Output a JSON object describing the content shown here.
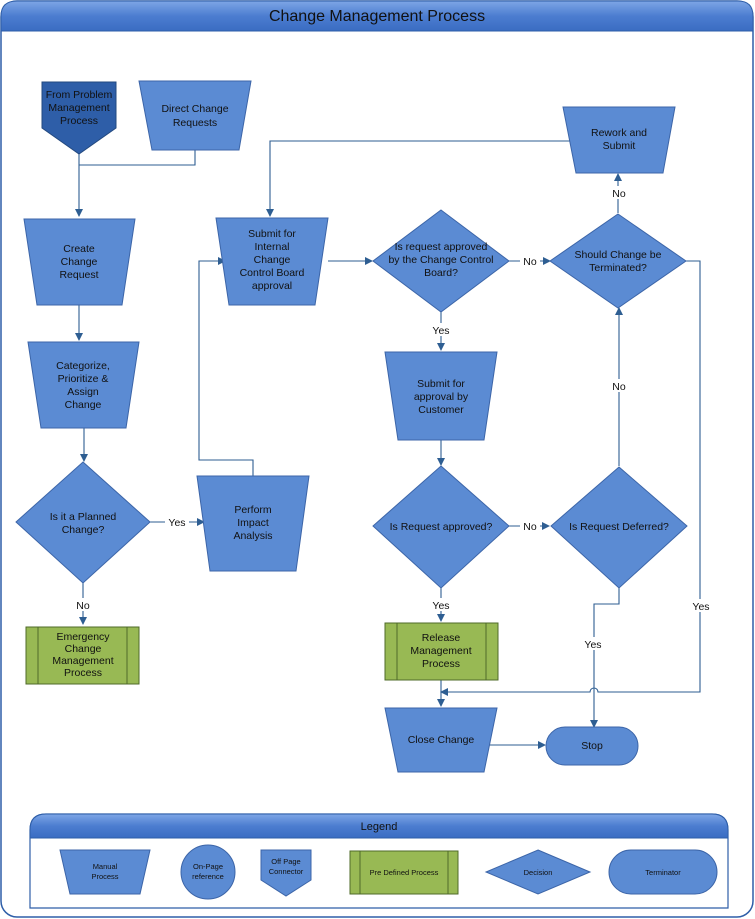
{
  "title": "Change Management Process",
  "nodes": {
    "from_problem": [
      "From Problem",
      "Management",
      "Process"
    ],
    "direct_change": [
      "Direct Change",
      "Requests"
    ],
    "create_change": [
      "Create",
      "Change",
      "Request"
    ],
    "categorize": [
      "Categorize,",
      "Prioritize &",
      "Assign",
      "Change"
    ],
    "planned": [
      "Is it a Planned",
      "Change?"
    ],
    "emergency": [
      "Emergency",
      "Change",
      "Management",
      "Process"
    ],
    "impact": [
      "Perform",
      "Impact",
      "Analysis"
    ],
    "submit_internal": [
      "Submit for",
      "Internal",
      "Change",
      "Control  Board",
      "approval"
    ],
    "approved_ccb": [
      "Is request approved",
      "by the Change Control",
      "Board?"
    ],
    "terminated": [
      "Should Change be",
      "Terminated?"
    ],
    "rework": [
      "Rework and",
      "Submit"
    ],
    "submit_customer": [
      "Submit for",
      "approval by",
      "Customer"
    ],
    "request_approved": [
      "Is Request approved?"
    ],
    "deferred": [
      "Is Request Deferred?"
    ],
    "release": [
      "Release",
      "Management",
      "Process"
    ],
    "close": [
      "Close Change"
    ],
    "stop": [
      "Stop"
    ]
  },
  "edge_labels": {
    "planned_yes": "Yes",
    "planned_no": "No",
    "ccb_yes": "Yes",
    "ccb_no": "No",
    "terminate_no": "No",
    "terminate_yes": "Yes",
    "approved_yes": "Yes",
    "approved_no": "No",
    "deferred_no": "No",
    "deferred_yes": "Yes"
  },
  "legend": {
    "title": "Legend",
    "manual": [
      "Manual",
      "Process"
    ],
    "onpage": [
      "On-Page",
      "reference"
    ],
    "offpage": [
      "Off Page",
      "Connector"
    ],
    "predefined": [
      "Pre Defined Process"
    ],
    "decision": [
      "Decision"
    ],
    "terminator": [
      "Terminator"
    ]
  },
  "colors": {
    "header": "#4f7fd0",
    "shape": "#5b8bd3",
    "dark_shape": "#2e5ea8",
    "green": "#98b954",
    "edge": "#2e5e92"
  }
}
